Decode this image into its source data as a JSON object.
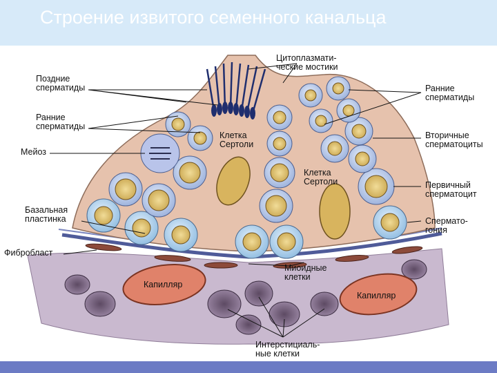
{
  "slide": {
    "title": "Строение извитого семенного канальца",
    "colors": {
      "title_band": "#d7eaf9",
      "title_text": "#ffffff",
      "bottom_bar": "#6c7bc4",
      "sertoli_cytoplasm": "#e6c2ad",
      "lumen": "#f4d9cc",
      "connective_tissue": "#c9b9cf",
      "capillary": "#e0826a",
      "myoid_layer": "#4f5b99",
      "nucleus": "#e9cf84",
      "spermatogonia": "#bcd7f0",
      "spermatocyte": "#c9d6ef"
    }
  },
  "labels": {
    "late_spermatids": "Поздние\nсперматиды",
    "early_spermatids_left": "Ранние\nсперматиды",
    "meiosis": "Мейоз",
    "basal_lamina": "Базальная\nпластинка",
    "fibroblast": "Фибробласт",
    "cytoplasmic_bridges": "Цитоплазмати-\nческие мостики",
    "early_spermatids_right": "Ранние\nсперматиды",
    "secondary_spermatocytes": "Вторичные\nсперматоциты",
    "primary_spermatocyte": "Первичный\nсперматоцит",
    "spermatogonia": "Сперматo-\nгония",
    "sertoli_cell_1": "Клетка\nСертоли",
    "sertoli_cell_2": "Клетка\nСертоли",
    "myoid_cells": "Миоидные\nклетки",
    "capillary_left": "Капилляр",
    "capillary_right": "Капилляр",
    "interstitial_cells": "Интерстициаль-\nные клетки"
  }
}
